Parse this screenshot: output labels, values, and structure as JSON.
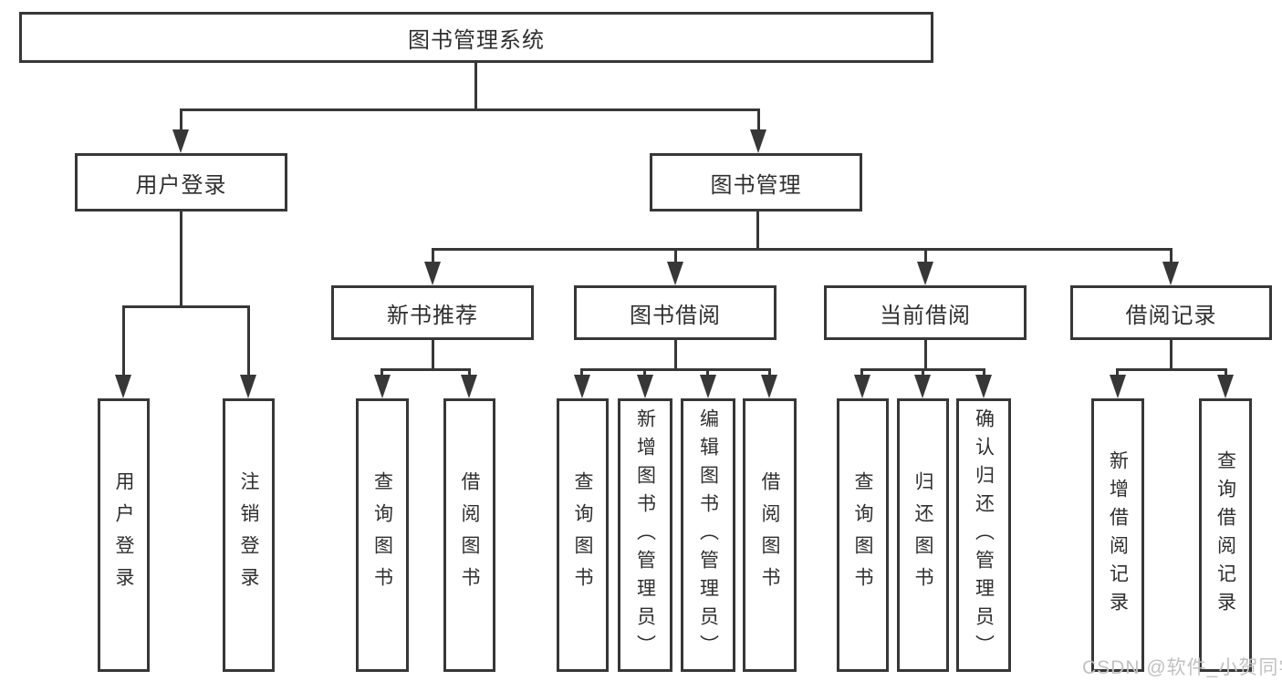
{
  "colors": {
    "line": "#373737",
    "text": "#2f2f2f",
    "background": "#ffffff",
    "watermark": "#c2c1c1"
  },
  "watermark": {
    "text": "CSDN @软件_小贺同学"
  },
  "tree": {
    "root": {
      "label": "图书管理系统"
    },
    "branches": [
      {
        "label": "用户登录",
        "children": [
          {
            "label": "用户登录"
          },
          {
            "label": "注销登录"
          }
        ]
      },
      {
        "label": "图书管理",
        "children": [
          {
            "label": "新书推荐",
            "children": [
              {
                "label": "查询图书"
              },
              {
                "label": "借阅图书"
              }
            ]
          },
          {
            "label": "图书借阅",
            "children": [
              {
                "label": "查询图书"
              },
              {
                "label": "新增图书（管理员）"
              },
              {
                "label": "编辑图书（管理员）"
              },
              {
                "label": "借阅图书"
              }
            ]
          },
          {
            "label": "当前借阅",
            "children": [
              {
                "label": "查询图书"
              },
              {
                "label": "归还图书"
              },
              {
                "label": "确认归还（管理员）"
              }
            ]
          },
          {
            "label": "借阅记录",
            "children": [
              {
                "label": "新增借阅记录"
              },
              {
                "label": "查询借阅记录"
              }
            ]
          }
        ]
      }
    ]
  }
}
